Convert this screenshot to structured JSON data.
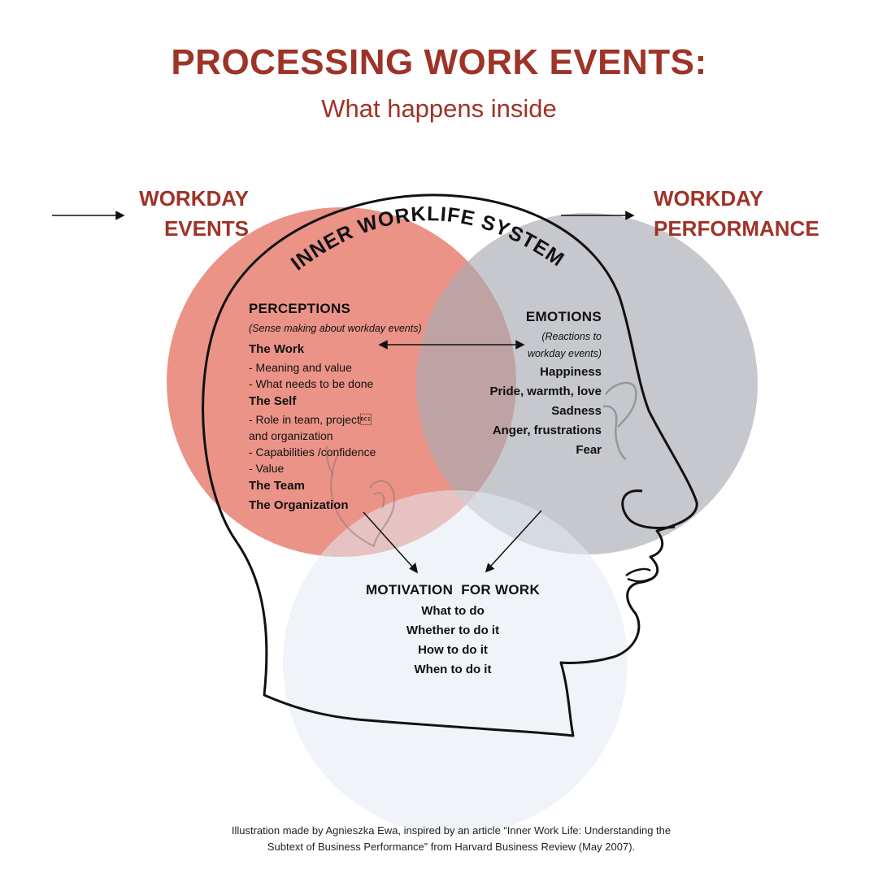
{
  "colors": {
    "accent": "#9e3327",
    "perceptions_circle": "#e88476",
    "emotions_circle": "#b5b8be",
    "motivation_circle": "#e6ebf3",
    "outline": "#111111"
  },
  "header": {
    "title": "PROCESSING WORK EVENTS:",
    "subtitle": "What happens inside"
  },
  "inputs": {
    "events_line1": "WORKDAY",
    "events_line2": "EVENTS"
  },
  "outputs": {
    "performance_line1": "WORKDAY",
    "performance_line2": "PERFORMANCE"
  },
  "system": {
    "arc_label": "INNER WORKLIFE SYSTEM"
  },
  "perceptions": {
    "heading": "PERCEPTIONS",
    "subheading": "(Sense making about workday events)",
    "work_heading": "The Work",
    "work_item_1": "- Meaning and value",
    "work_item_2": "- What needs to be done",
    "self_heading": "The Self",
    "self_item_1a": "- Role in team, project\u0012",
    "self_item_1b": "and organization",
    "self_item_2": "- Capabilities /confidence",
    "self_item_3": "- Value",
    "team_heading": "The Team",
    "org_heading": "The Organization"
  },
  "emotions": {
    "heading": "EMOTIONS",
    "sub_line1": "(Reactions to",
    "sub_line2": "workday events)",
    "items": [
      "Happiness",
      "Pride, warmth, love",
      "Sadness",
      "Anger, frustrations",
      "Fear"
    ]
  },
  "motivation": {
    "heading": "MOTIVATION  FOR WORK",
    "items": [
      "What to do",
      "Whether to do it",
      "How to do it",
      "When to do it"
    ]
  },
  "footer": {
    "line1": "Illustration made by Agnieszka Ewa, inspired by an article “Inner Work Life: Understanding the",
    "line2": "Subtext of Business Performance” from Harvard Business Review (May 2007)."
  }
}
